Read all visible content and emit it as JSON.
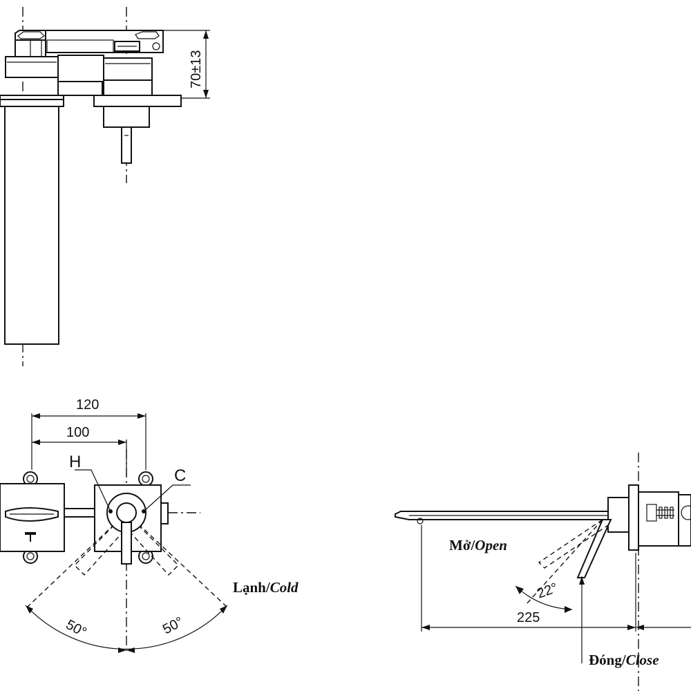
{
  "dimensions": {
    "height_tolerance": "70±13",
    "width_outer": "120",
    "width_inner": "100",
    "angle_left": "50°",
    "angle_right": "50°",
    "spout_length": "225",
    "lever_angle": "22°"
  },
  "labels": {
    "hot": "H",
    "cold_marker": "C",
    "cold_vi": "Lạnh/",
    "cold_en": "Cold",
    "open_vi": "Mở/",
    "open_en": "Open",
    "close_vi": "Đóng/",
    "close_en": "Close"
  }
}
